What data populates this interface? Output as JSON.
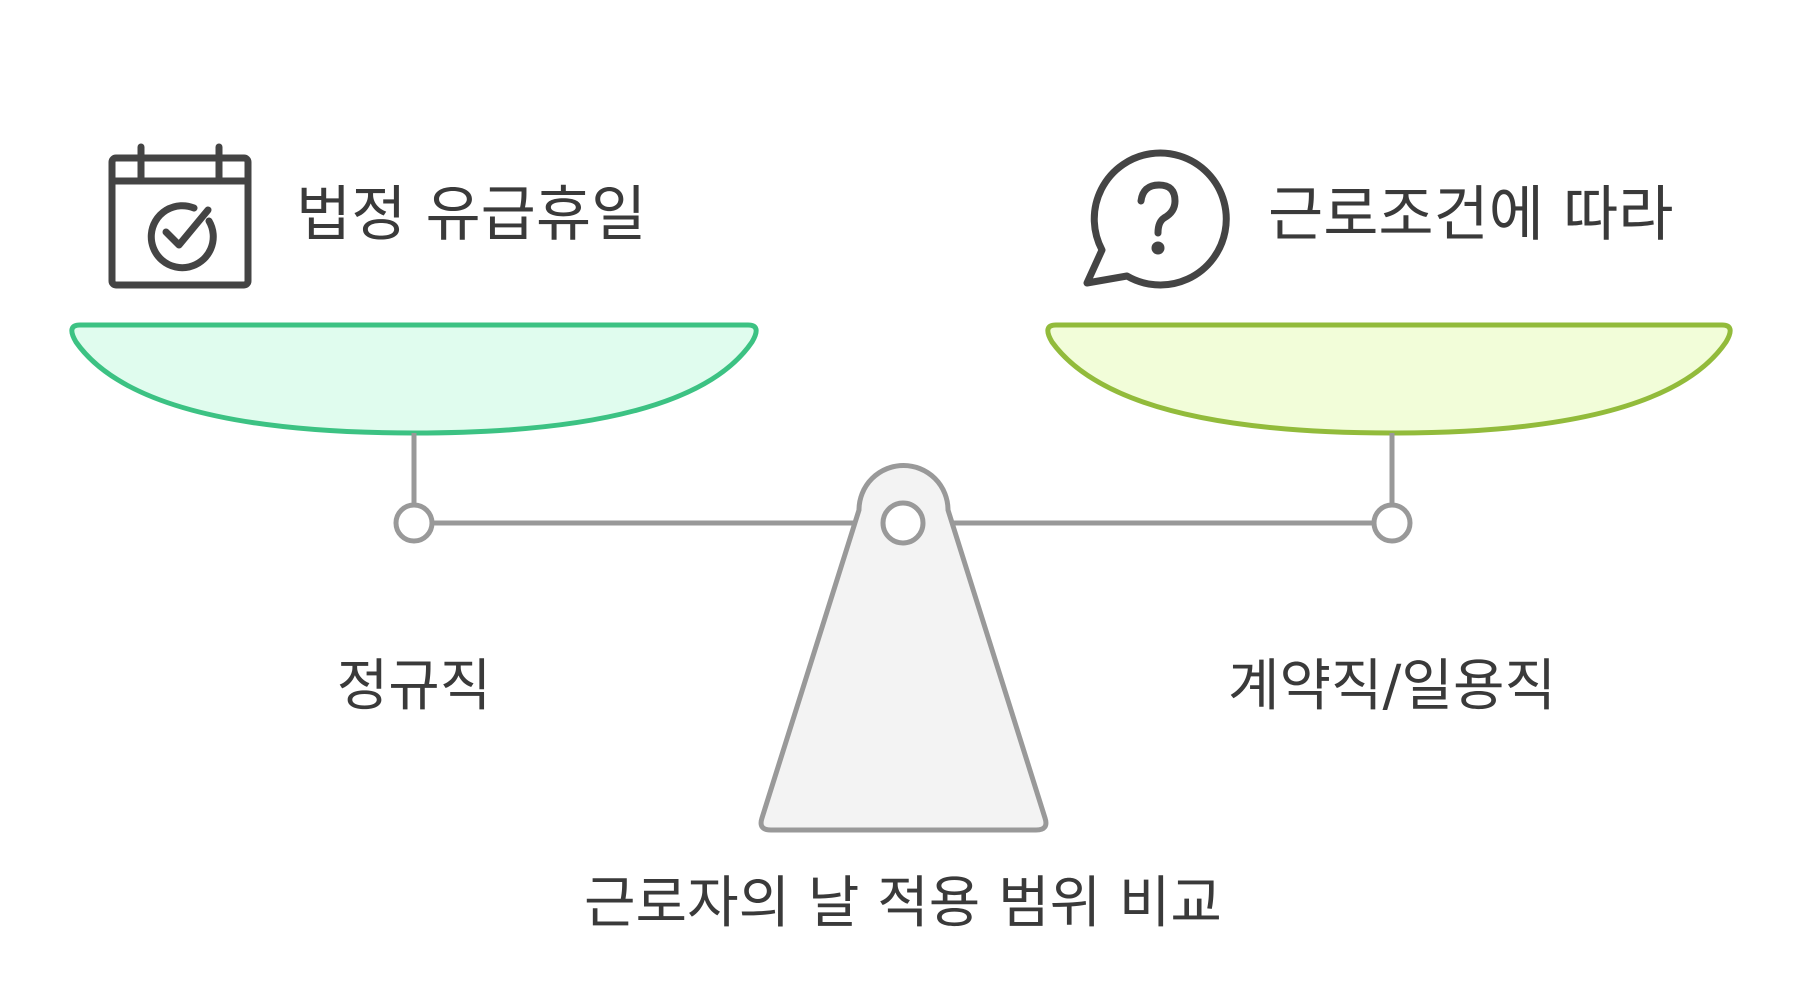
{
  "left_pan": {
    "title": "법정 유급휴일",
    "icon": "calendar-check-icon",
    "fill": "#e0fcee",
    "stroke": "#3cc283"
  },
  "right_pan": {
    "title": "근로조건에 따라",
    "icon": "question-bubble-icon",
    "fill": "#f2fdd9",
    "stroke": "#92bb3b"
  },
  "left_label": "정규직",
  "right_label": "계약직/일용직",
  "caption": "근로자의 날 적용 범위 비교",
  "colors": {
    "beam": "#999999",
    "fulcrum_fill": "#f3f3f3",
    "icon": "#444444",
    "text": "#3a3a3a"
  }
}
